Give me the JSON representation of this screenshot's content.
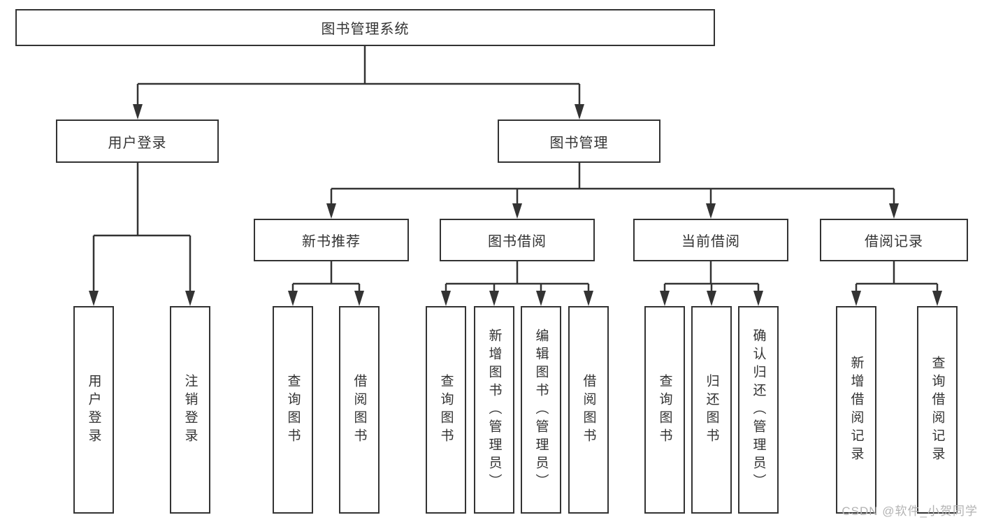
{
  "diagram": {
    "type": "hierarchy-tree",
    "tree": {
      "root": {
        "label": "图书管理系统",
        "children": [
          {
            "label": "用户登录",
            "children": [
              {
                "label": "用户登录"
              },
              {
                "label": "注销登录"
              }
            ]
          },
          {
            "label": "图书管理",
            "children": [
              {
                "label": "新书推荐",
                "children": [
                  {
                    "label": "查询图书"
                  },
                  {
                    "label": "借阅图书"
                  }
                ]
              },
              {
                "label": "图书借阅",
                "children": [
                  {
                    "label": "查询图书"
                  },
                  {
                    "label": "新增图书（管理员）"
                  },
                  {
                    "label": "编辑图书（管理员）"
                  },
                  {
                    "label": "借阅图书"
                  }
                ]
              },
              {
                "label": "当前借阅",
                "children": [
                  {
                    "label": "查询图书"
                  },
                  {
                    "label": "归还图书"
                  },
                  {
                    "label": "确认归还（管理员）"
                  }
                ]
              },
              {
                "label": "借阅记录",
                "children": [
                  {
                    "label": "新增借阅记录"
                  },
                  {
                    "label": "查询借阅记录"
                  }
                ]
              }
            ]
          }
        ]
      }
    }
  },
  "watermark": "CSDN @软件_小贺同学",
  "colors": {
    "line": "#333333",
    "text": "#333333",
    "box_bg": "#ffffff",
    "watermark": "#b3b3b3"
  }
}
